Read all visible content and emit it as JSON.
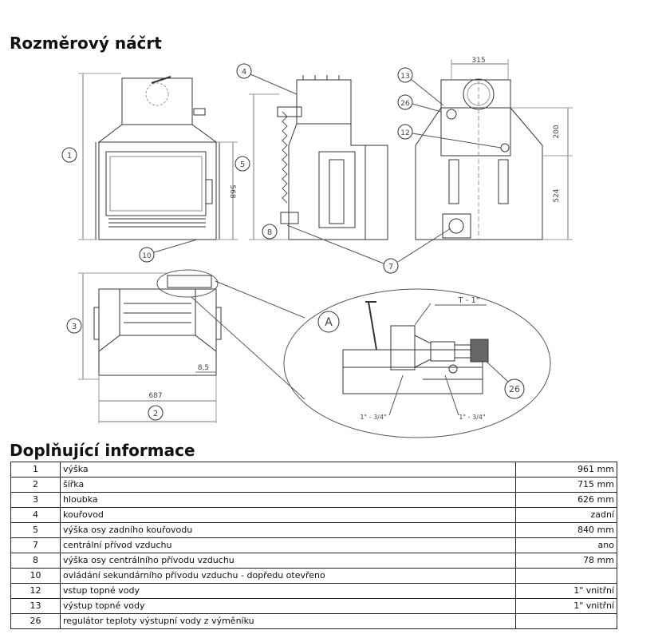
{
  "section_drawing": {
    "title": "Rozměrový náčrt"
  },
  "drawing_labels": {
    "c1": "1",
    "c2": "2",
    "c3": "3",
    "c4": "4",
    "c5": "5",
    "c8": "8",
    "c10": "10",
    "c7": "7",
    "c13": "13",
    "c26": "26",
    "c12": "12",
    "cA": "A",
    "c26b": "26",
    "d315": "315",
    "d200": "200",
    "d524": "524",
    "d568": "568",
    "d687": "687",
    "d85": "8,5",
    "t1": "T - 1\"",
    "p1": "1\" - 3/4\"",
    "p2": "1\" - 3/4\""
  },
  "section_info": {
    "title": "Doplňující informace"
  },
  "rows": [
    {
      "num": "1",
      "label": "výška",
      "value": "961 mm"
    },
    {
      "num": "2",
      "label": "šířka",
      "value": "715 mm"
    },
    {
      "num": "3",
      "label": "hloubka",
      "value": "626 mm"
    },
    {
      "num": "4",
      "label": "kouřovod",
      "value": "zadní"
    },
    {
      "num": "5",
      "label": "výška osy zadního kouřovodu",
      "value": "840 mm"
    },
    {
      "num": "7",
      "label": "centrální přívod vzduchu",
      "value": "ano"
    },
    {
      "num": "8",
      "label": "výška osy centrálního přívodu vzduchu",
      "value": "78 mm"
    },
    {
      "num": "10",
      "label": "ovládání sekundárního přívodu vzduchu - dopředu otevřeno",
      "value": ""
    },
    {
      "num": "12",
      "label": "vstup topné vody",
      "value": "1\" vnitřní"
    },
    {
      "num": "13",
      "label": "výstup topné vody",
      "value": "1\" vnitřní"
    },
    {
      "num": "26",
      "label": "regulátor teploty výstupní vody z výměníku",
      "value": ""
    }
  ]
}
